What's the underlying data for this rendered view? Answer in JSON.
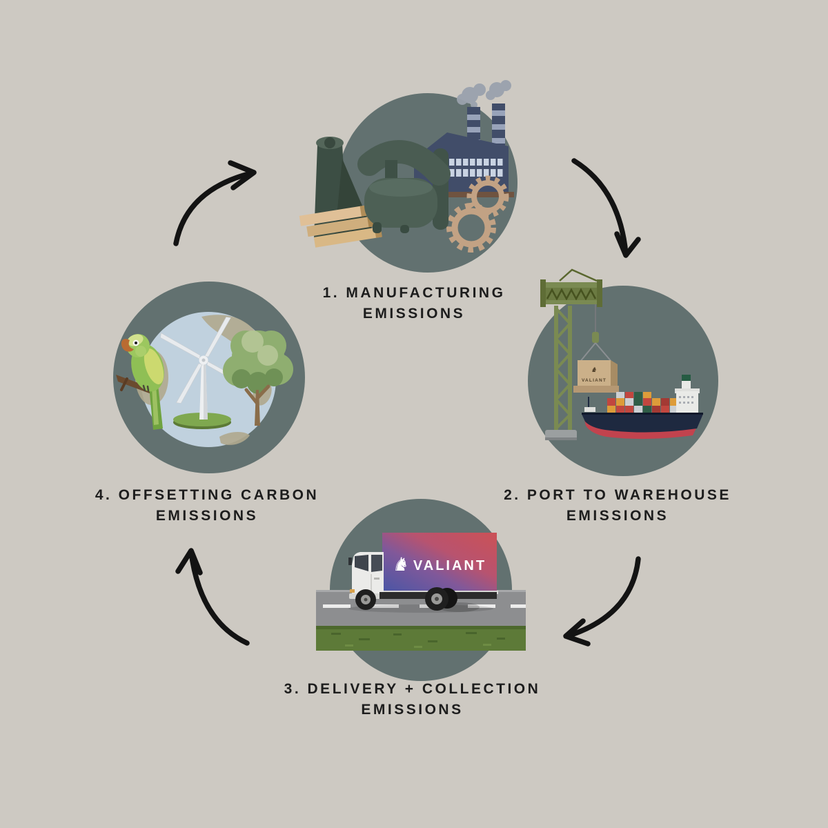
{
  "diagram": {
    "kind": "circular-lifecycle-infographic",
    "palette": {
      "background": "#cdc9c2",
      "circle": "#627170",
      "arrow": "#131313",
      "label_text": "#1d1d1d",
      "truck_gradient_start": "#4956a5",
      "truck_gradient_end": "#cb5156",
      "crate_tan": "#cbb089",
      "crane_green": "#7a8a52",
      "ship_hull_navy": "#1e2940",
      "ship_stripe_red": "#c2434e"
    },
    "steps": [
      {
        "number": "1",
        "label_line1": "1. MANUFACTURING",
        "label_line2": "EMISSIONS",
        "illustration": "factory-armchair-fabric-roll-planks-gears"
      },
      {
        "number": "2",
        "label_line1": "2. PORT TO WAREHOUSE",
        "label_line2": "EMISSIONS",
        "illustration": "tower-crane-crate-container-ship"
      },
      {
        "number": "3",
        "label_line1": "3. DELIVERY + COLLECTION",
        "label_line2": "EMISSIONS",
        "illustration": "valiant-box-truck-on-road"
      },
      {
        "number": "4",
        "label_line1": "4. OFFSETTING CARBON",
        "label_line2": "EMISSIONS",
        "illustration": "globe-wind-turbine-tree-parrot"
      }
    ],
    "brand": {
      "name": "VALIANT",
      "horse_glyph": "♞"
    },
    "truck": {
      "logo_text": "VALIANT"
    },
    "crate": {
      "logo_text": "VALIANT"
    }
  }
}
